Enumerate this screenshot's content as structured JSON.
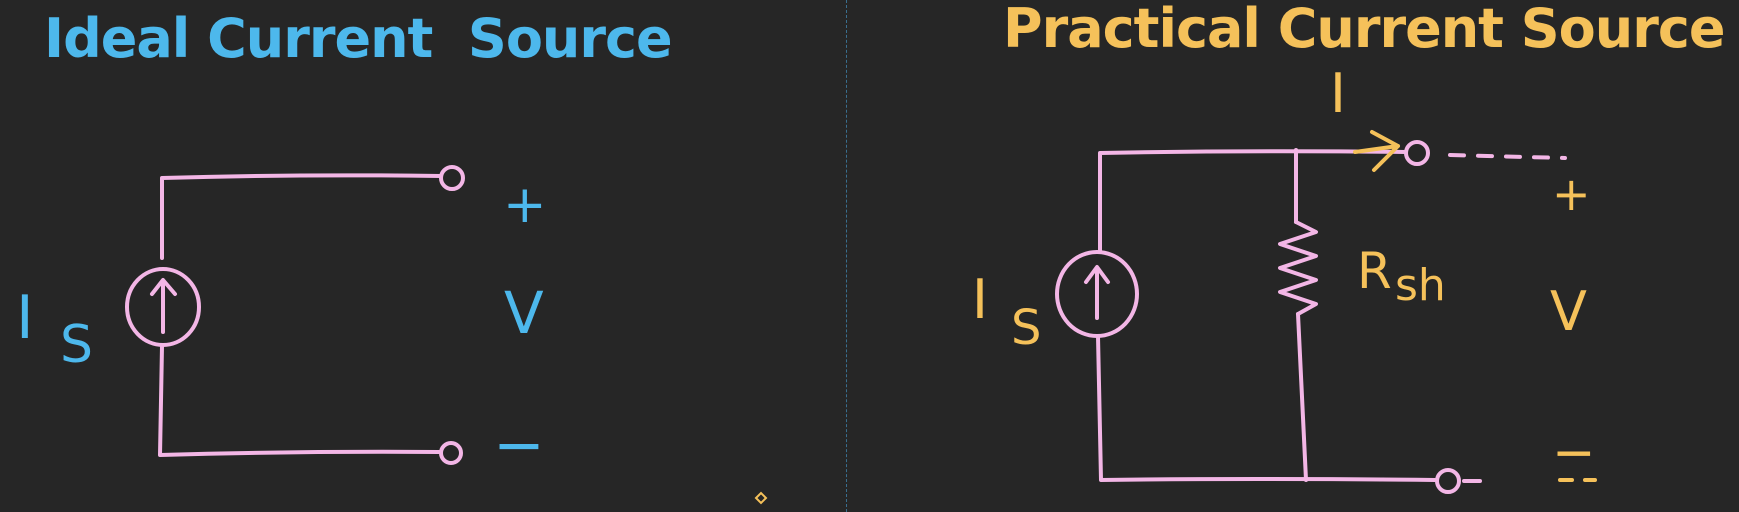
{
  "colors": {
    "background": "#262626",
    "ideal_accent": "#4db8ec",
    "practical_accent": "#f5c15a",
    "wire": "#f3b6e6",
    "divider": "#3a6f8f"
  },
  "ideal": {
    "title": "Ideal Current  Source",
    "source_label": "I",
    "source_subscript": "S",
    "plus": "+",
    "voltage": "V",
    "minus": "−"
  },
  "practical": {
    "title": "Practical Current Source",
    "current_label": "I",
    "source_label": "I",
    "source_subscript": "S",
    "resistor_label": "R",
    "resistor_subscript": "sh",
    "plus": "+",
    "voltage": "V",
    "minus": "−"
  }
}
